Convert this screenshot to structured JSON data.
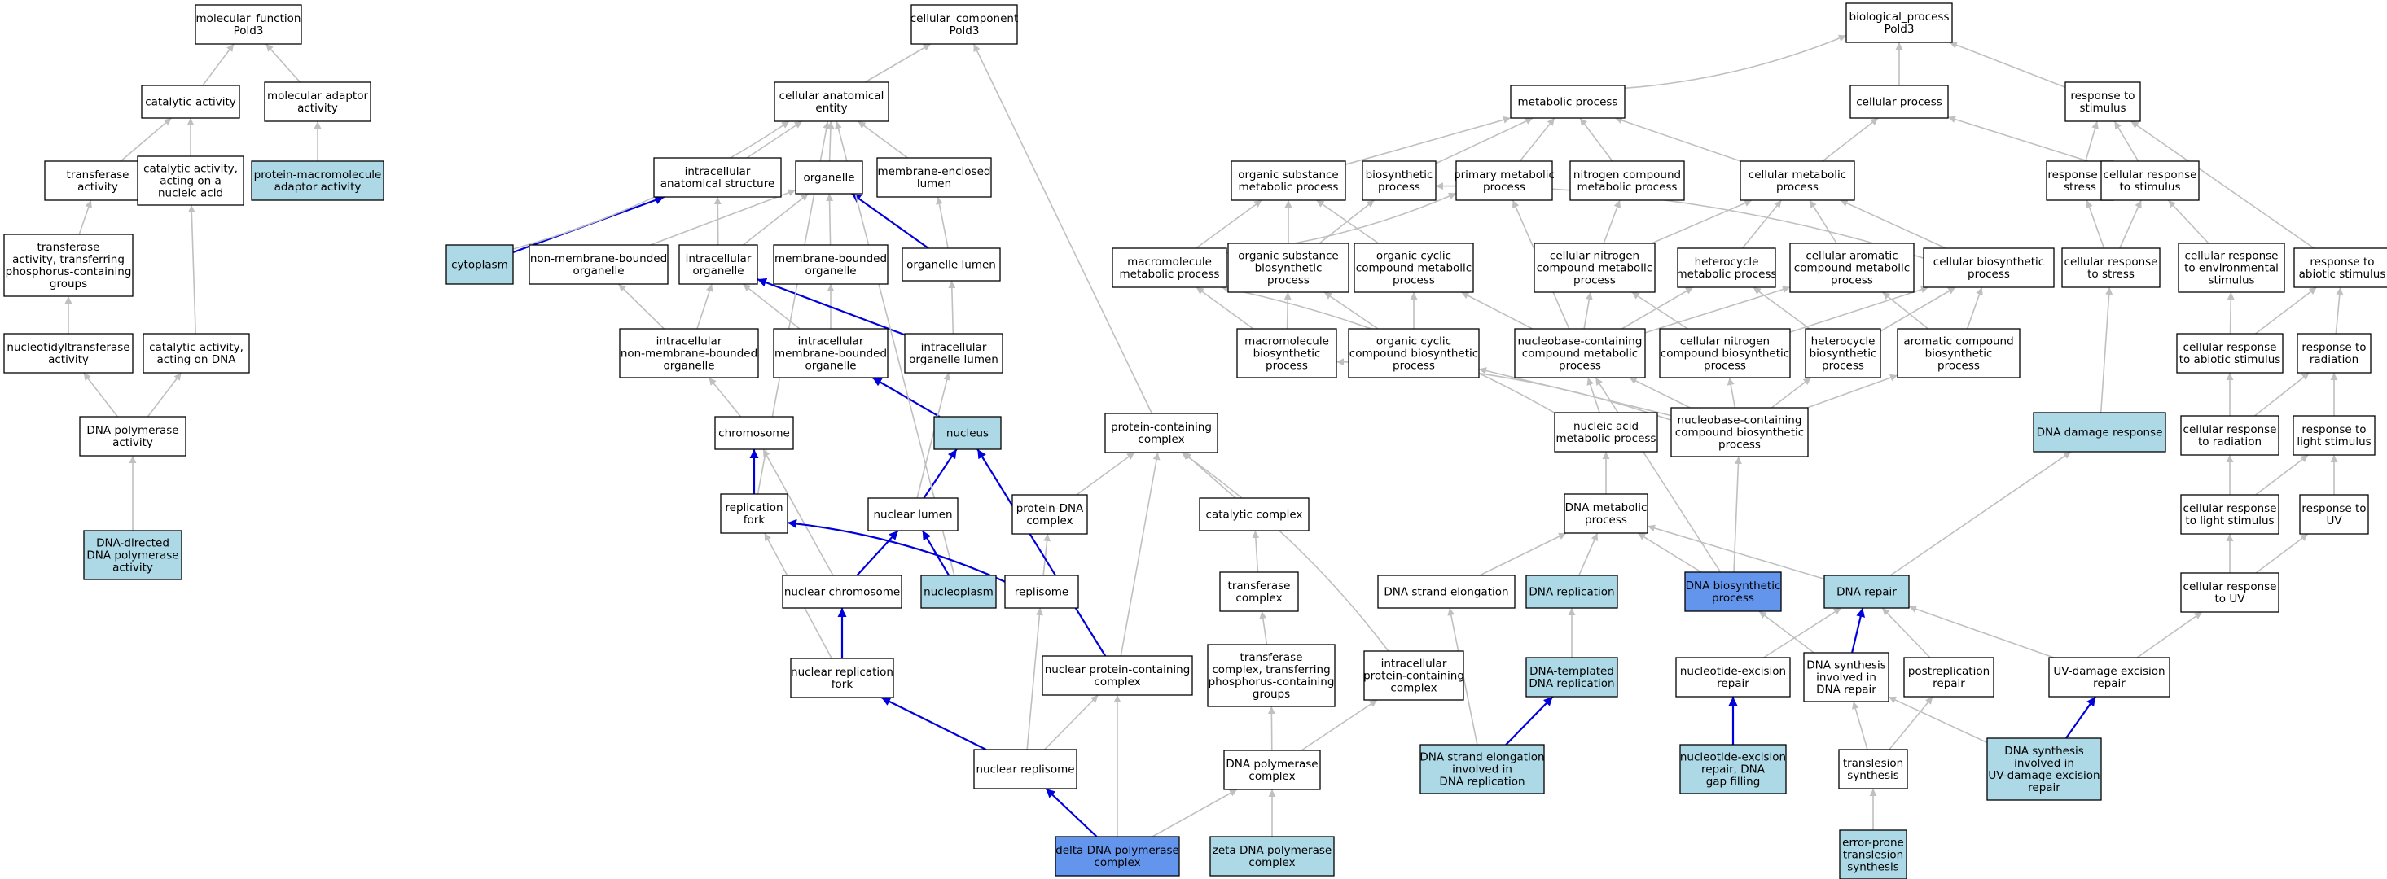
{
  "colors": {
    "plain": "#ffffff",
    "annotated": "#add8e6",
    "highlighted": "#6495ed",
    "edge": "#c0c0c0",
    "edge_direct": "#0000dd"
  },
  "nodes": [
    {
      "id": "mf",
      "lines": [
        "molecular_function",
        "Pold3"
      ],
      "fill": "plain"
    },
    {
      "id": "cat",
      "lines": [
        "catalytic activity"
      ],
      "fill": "plain"
    },
    {
      "id": "molad",
      "lines": [
        "molecular adaptor",
        "activity"
      ],
      "fill": "plain"
    },
    {
      "id": "trans",
      "lines": [
        "transferase",
        "activity"
      ],
      "fill": "plain"
    },
    {
      "id": "catna",
      "lines": [
        "catalytic activity,",
        "acting on a",
        "nucleic acid"
      ],
      "fill": "plain"
    },
    {
      "id": "pmaa",
      "lines": [
        "protein-macromolecule",
        "adaptor activity"
      ],
      "fill": "annotated"
    },
    {
      "id": "tpcg",
      "lines": [
        "transferase",
        "activity, transferring",
        "phosphorus-containing",
        "groups"
      ],
      "fill": "plain"
    },
    {
      "id": "ntt",
      "lines": [
        "nucleotidyltransferase",
        "activity"
      ],
      "fill": "plain"
    },
    {
      "id": "catdna",
      "lines": [
        "catalytic activity,",
        "acting on DNA"
      ],
      "fill": "plain"
    },
    {
      "id": "dnapol",
      "lines": [
        "DNA polymerase",
        "activity"
      ],
      "fill": "plain"
    },
    {
      "id": "dddpa",
      "lines": [
        "DNA-directed",
        "DNA polymerase",
        "activity"
      ],
      "fill": "annotated"
    },
    {
      "id": "cc",
      "lines": [
        "cellular_component",
        "Pold3"
      ],
      "fill": "plain"
    },
    {
      "id": "cae",
      "lines": [
        "cellular anatomical",
        "entity"
      ],
      "fill": "plain"
    },
    {
      "id": "ias",
      "lines": [
        "intracellular",
        "anatomical structure"
      ],
      "fill": "plain"
    },
    {
      "id": "org",
      "lines": [
        "organelle"
      ],
      "fill": "plain"
    },
    {
      "id": "meml",
      "lines": [
        "membrane-enclosed",
        "lumen"
      ],
      "fill": "plain"
    },
    {
      "id": "cyto",
      "lines": [
        "cytoplasm"
      ],
      "fill": "annotated"
    },
    {
      "id": "nmbo",
      "lines": [
        "non-membrane-bounded",
        "organelle"
      ],
      "fill": "plain"
    },
    {
      "id": "ico",
      "lines": [
        "intracellular",
        "organelle"
      ],
      "fill": "plain"
    },
    {
      "id": "mbo",
      "lines": [
        "membrane-bounded",
        "organelle"
      ],
      "fill": "plain"
    },
    {
      "id": "orgl",
      "lines": [
        "organelle lumen"
      ],
      "fill": "plain"
    },
    {
      "id": "inmbo",
      "lines": [
        "intracellular",
        "non-membrane-bounded",
        "organelle"
      ],
      "fill": "plain"
    },
    {
      "id": "imbo",
      "lines": [
        "intracellular",
        "membrane-bounded",
        "organelle"
      ],
      "fill": "plain"
    },
    {
      "id": "iol",
      "lines": [
        "intracellular",
        "organelle lumen"
      ],
      "fill": "plain"
    },
    {
      "id": "chr",
      "lines": [
        "chromosome"
      ],
      "fill": "plain"
    },
    {
      "id": "nuc",
      "lines": [
        "nucleus"
      ],
      "fill": "annotated"
    },
    {
      "id": "pcc",
      "lines": [
        "protein-containing",
        "complex"
      ],
      "fill": "plain"
    },
    {
      "id": "rf",
      "lines": [
        "replication",
        "fork"
      ],
      "fill": "plain"
    },
    {
      "id": "nl",
      "lines": [
        "nuclear lumen"
      ],
      "fill": "plain"
    },
    {
      "id": "pdc",
      "lines": [
        "protein-DNA",
        "complex"
      ],
      "fill": "plain"
    },
    {
      "id": "catc",
      "lines": [
        "catalytic complex"
      ],
      "fill": "plain"
    },
    {
      "id": "nchr",
      "lines": [
        "nuclear chromosome"
      ],
      "fill": "plain"
    },
    {
      "id": "nucp",
      "lines": [
        "nucleoplasm"
      ],
      "fill": "annotated"
    },
    {
      "id": "rep",
      "lines": [
        "replisome"
      ],
      "fill": "plain"
    },
    {
      "id": "trc",
      "lines": [
        "transferase",
        "complex"
      ],
      "fill": "plain"
    },
    {
      "id": "nrf",
      "lines": [
        "nuclear replication",
        "fork"
      ],
      "fill": "plain"
    },
    {
      "id": "npcc",
      "lines": [
        "nuclear protein-containing",
        "complex"
      ],
      "fill": "plain"
    },
    {
      "id": "tcpg",
      "lines": [
        "transferase",
        "complex, transferring",
        "phosphorus-containing",
        "groups"
      ],
      "fill": "plain"
    },
    {
      "id": "ipcc",
      "lines": [
        "intracellular",
        "protein-containing",
        "complex"
      ],
      "fill": "plain"
    },
    {
      "id": "nrep",
      "lines": [
        "nuclear replisome"
      ],
      "fill": "plain"
    },
    {
      "id": "dpc",
      "lines": [
        "DNA polymerase",
        "complex"
      ],
      "fill": "plain"
    },
    {
      "id": "delta",
      "lines": [
        "delta DNA polymerase",
        "complex"
      ],
      "fill": "highlighted"
    },
    {
      "id": "zeta",
      "lines": [
        "zeta DNA polymerase",
        "complex"
      ],
      "fill": "annotated"
    },
    {
      "id": "bp",
      "lines": [
        "biological_process",
        "Pold3"
      ],
      "fill": "plain"
    },
    {
      "id": "mp",
      "lines": [
        "metabolic process"
      ],
      "fill": "plain"
    },
    {
      "id": "cp",
      "lines": [
        "cellular process"
      ],
      "fill": "plain"
    },
    {
      "id": "rts",
      "lines": [
        "response to",
        "stimulus"
      ],
      "fill": "plain"
    },
    {
      "id": "osmp",
      "lines": [
        "organic substance",
        "metabolic process"
      ],
      "fill": "plain"
    },
    {
      "id": "biop",
      "lines": [
        "biosynthetic",
        "process"
      ],
      "fill": "plain"
    },
    {
      "id": "pmp",
      "lines": [
        "primary metabolic",
        "process"
      ],
      "fill": "plain"
    },
    {
      "id": "ncmp",
      "lines": [
        "nitrogen compound",
        "metabolic process"
      ],
      "fill": "plain"
    },
    {
      "id": "cmp",
      "lines": [
        "cellular metabolic",
        "process"
      ],
      "fill": "plain"
    },
    {
      "id": "rtst",
      "lines": [
        "response to",
        "stress"
      ],
      "fill": "plain"
    },
    {
      "id": "crts",
      "lines": [
        "cellular response",
        "to stimulus"
      ],
      "fill": "plain"
    },
    {
      "id": "mmp",
      "lines": [
        "macromolecule",
        "metabolic process"
      ],
      "fill": "plain"
    },
    {
      "id": "osbp",
      "lines": [
        "organic substance",
        "biosynthetic",
        "process"
      ],
      "fill": "plain"
    },
    {
      "id": "occmp",
      "lines": [
        "organic cyclic",
        "compound metabolic",
        "process"
      ],
      "fill": "plain"
    },
    {
      "id": "cncmp",
      "lines": [
        "cellular nitrogen",
        "compound metabolic",
        "process"
      ],
      "fill": "plain"
    },
    {
      "id": "hmp",
      "lines": [
        "heterocycle",
        "metabolic process"
      ],
      "fill": "plain"
    },
    {
      "id": "cacmp",
      "lines": [
        "cellular aromatic",
        "compound metabolic",
        "process"
      ],
      "fill": "plain"
    },
    {
      "id": "cbp",
      "lines": [
        "cellular biosynthetic",
        "process"
      ],
      "fill": "plain"
    },
    {
      "id": "crst",
      "lines": [
        "cellular response",
        "to stress"
      ],
      "fill": "plain"
    },
    {
      "id": "crtes",
      "lines": [
        "cellular response",
        "to environmental",
        "stimulus"
      ],
      "fill": "plain"
    },
    {
      "id": "rtas",
      "lines": [
        "response to",
        "abiotic stimulus"
      ],
      "fill": "plain"
    },
    {
      "id": "mbio",
      "lines": [
        "macromolecule",
        "biosynthetic",
        "process"
      ],
      "fill": "plain"
    },
    {
      "id": "occbp",
      "lines": [
        "organic cyclic",
        "compound biosynthetic",
        "process"
      ],
      "fill": "plain"
    },
    {
      "id": "nbcmp",
      "lines": [
        "nucleobase-containing",
        "compound metabolic",
        "process"
      ],
      "fill": "plain"
    },
    {
      "id": "cncbp",
      "lines": [
        "cellular nitrogen",
        "compound biosynthetic",
        "process"
      ],
      "fill": "plain"
    },
    {
      "id": "hbp",
      "lines": [
        "heterocycle",
        "biosynthetic",
        "process"
      ],
      "fill": "plain"
    },
    {
      "id": "acbp",
      "lines": [
        "aromatic compound",
        "biosynthetic",
        "process"
      ],
      "fill": "plain"
    },
    {
      "id": "crtas",
      "lines": [
        "cellular response",
        "to abiotic stimulus"
      ],
      "fill": "plain"
    },
    {
      "id": "rtr",
      "lines": [
        "response to",
        "radiation"
      ],
      "fill": "plain"
    },
    {
      "id": "namp",
      "lines": [
        "nucleic acid",
        "metabolic process"
      ],
      "fill": "plain"
    },
    {
      "id": "nbcbp",
      "lines": [
        "nucleobase-containing",
        "compound biosynthetic",
        "process"
      ],
      "fill": "plain"
    },
    {
      "id": "ddr",
      "lines": [
        "DNA damage response"
      ],
      "fill": "annotated"
    },
    {
      "id": "crtr",
      "lines": [
        "cellular response",
        "to radiation"
      ],
      "fill": "plain"
    },
    {
      "id": "rtls",
      "lines": [
        "response to",
        "light stimulus"
      ],
      "fill": "plain"
    },
    {
      "id": "dmp",
      "lines": [
        "DNA metabolic",
        "process"
      ],
      "fill": "plain"
    },
    {
      "id": "crtls",
      "lines": [
        "cellular response",
        "to light stimulus"
      ],
      "fill": "plain"
    },
    {
      "id": "rtuv",
      "lines": [
        "response to",
        "UV"
      ],
      "fill": "plain"
    },
    {
      "id": "dse",
      "lines": [
        "DNA strand elongation"
      ],
      "fill": "plain"
    },
    {
      "id": "drep",
      "lines": [
        "DNA replication"
      ],
      "fill": "annotated"
    },
    {
      "id": "dbp",
      "lines": [
        "DNA biosynthetic",
        "process"
      ],
      "fill": "highlighted"
    },
    {
      "id": "drp",
      "lines": [
        "DNA repair"
      ],
      "fill": "annotated"
    },
    {
      "id": "crtuv",
      "lines": [
        "cellular response",
        "to UV"
      ],
      "fill": "plain"
    },
    {
      "id": "dtdr",
      "lines": [
        "DNA-templated",
        "DNA replication"
      ],
      "fill": "annotated"
    },
    {
      "id": "ner",
      "lines": [
        "nucleotide-excision",
        "repair"
      ],
      "fill": "plain"
    },
    {
      "id": "dsidr",
      "lines": [
        "DNA synthesis",
        "involved in",
        "DNA repair"
      ],
      "fill": "plain"
    },
    {
      "id": "prr",
      "lines": [
        "postreplication",
        "repair"
      ],
      "fill": "plain"
    },
    {
      "id": "uvder",
      "lines": [
        "UV-damage excision",
        "repair"
      ],
      "fill": "plain"
    },
    {
      "id": "dseidr",
      "lines": [
        "DNA strand elongation",
        "involved in",
        "DNA replication"
      ],
      "fill": "annotated"
    },
    {
      "id": "nergf",
      "lines": [
        "nucleotide-excision",
        "repair, DNA",
        "gap filling"
      ],
      "fill": "annotated"
    },
    {
      "id": "tls",
      "lines": [
        "translesion",
        "synthesis"
      ],
      "fill": "plain"
    },
    {
      "id": "dsiuv",
      "lines": [
        "DNA synthesis",
        "involved in",
        "UV-damage excision",
        "repair"
      ],
      "fill": "annotated"
    },
    {
      "id": "eptls",
      "lines": [
        "error-prone",
        "translesion",
        "synthesis"
      ],
      "fill": "annotated"
    }
  ],
  "edges": [
    [
      "cat",
      "mf"
    ],
    [
      "molad",
      "mf"
    ],
    [
      "trans",
      "cat"
    ],
    [
      "catna",
      "cat"
    ],
    [
      "pmaa",
      "molad"
    ],
    [
      "tpcg",
      "trans"
    ],
    [
      "catdna",
      "catna"
    ],
    [
      "ntt",
      "tpcg"
    ],
    [
      "dnapol",
      "ntt"
    ],
    [
      "dnapol",
      "catdna"
    ],
    [
      "dddpa",
      "dnapol"
    ],
    [
      "cae",
      "cc"
    ],
    [
      "pcc",
      "cc"
    ],
    [
      "ias",
      "cae"
    ],
    [
      "org",
      "cae"
    ],
    [
      "meml",
      "cae"
    ],
    [
      "cyto",
      "ias"
    ],
    [
      "cyto",
      "cae"
    ],
    [
      "nmbo",
      "org"
    ],
    [
      "ico",
      "org"
    ],
    [
      "mbo",
      "org"
    ],
    [
      "orgl",
      "org"
    ],
    [
      "orgl",
      "meml"
    ],
    [
      "ico",
      "ias"
    ],
    [
      "inmbo",
      "nmbo"
    ],
    [
      "inmbo",
      "ico"
    ],
    [
      "imbo",
      "ico"
    ],
    [
      "imbo",
      "mbo"
    ],
    [
      "iol",
      "ico"
    ],
    [
      "iol",
      "orgl"
    ],
    [
      "chr",
      "inmbo"
    ],
    [
      "nuc",
      "imbo"
    ],
    [
      "rf",
      "chr"
    ],
    [
      "rf",
      "cae"
    ],
    [
      "nl",
      "iol"
    ],
    [
      "nl",
      "nuc"
    ],
    [
      "nchr",
      "chr"
    ],
    [
      "nchr",
      "nl"
    ],
    [
      "nucp",
      "nl"
    ],
    [
      "nucp",
      "cae"
    ],
    [
      "rep",
      "rf"
    ],
    [
      "rep",
      "pdc"
    ],
    [
      "pdc",
      "pcc"
    ],
    [
      "catc",
      "pcc"
    ],
    [
      "trc",
      "catc"
    ],
    [
      "tcpg",
      "trc"
    ],
    [
      "ipcc",
      "pcc"
    ],
    [
      "nrf",
      "rf"
    ],
    [
      "nrf",
      "nchr"
    ],
    [
      "npcc",
      "pcc"
    ],
    [
      "npcc",
      "nuc"
    ],
    [
      "nrep",
      "nrf"
    ],
    [
      "nrep",
      "rep"
    ],
    [
      "nrep",
      "npcc"
    ],
    [
      "dpc",
      "tcpg"
    ],
    [
      "dpc",
      "ipcc"
    ],
    [
      "delta",
      "nrep"
    ],
    [
      "delta",
      "dpc"
    ],
    [
      "delta",
      "npcc"
    ],
    [
      "zeta",
      "dpc"
    ],
    [
      "mp",
      "bp"
    ],
    [
      "cp",
      "bp"
    ],
    [
      "rts",
      "bp"
    ],
    [
      "osmp",
      "mp"
    ],
    [
      "biop",
      "mp"
    ],
    [
      "pmp",
      "mp"
    ],
    [
      "ncmp",
      "mp"
    ],
    [
      "cmp",
      "mp"
    ],
    [
      "cmp",
      "cp"
    ],
    [
      "rtst",
      "rts"
    ],
    [
      "crts",
      "rts"
    ],
    [
      "crts",
      "cp"
    ],
    [
      "mmp",
      "osmp"
    ],
    [
      "mmp",
      "pmp"
    ],
    [
      "osbp",
      "osmp"
    ],
    [
      "osbp",
      "biop"
    ],
    [
      "occmp",
      "osmp"
    ],
    [
      "cncmp",
      "cmp"
    ],
    [
      "cncmp",
      "ncmp"
    ],
    [
      "hmp",
      "cmp"
    ],
    [
      "cacmp",
      "cmp"
    ],
    [
      "cbp",
      "cmp"
    ],
    [
      "cbp",
      "biop"
    ],
    [
      "crst",
      "rtst"
    ],
    [
      "crst",
      "crts"
    ],
    [
      "crtes",
      "crts"
    ],
    [
      "rtas",
      "rts"
    ],
    [
      "mbio",
      "mmp"
    ],
    [
      "mbio",
      "osbp"
    ],
    [
      "occbp",
      "occmp"
    ],
    [
      "occbp",
      "osbp"
    ],
    [
      "nbcmp",
      "occmp"
    ],
    [
      "nbcmp",
      "cncmp"
    ],
    [
      "nbcmp",
      "hmp"
    ],
    [
      "nbcmp",
      "cacmp"
    ],
    [
      "nbcmp",
      "pmp"
    ],
    [
      "cncbp",
      "cncmp"
    ],
    [
      "cncbp",
      "cbp"
    ],
    [
      "hbp",
      "hmp"
    ],
    [
      "hbp",
      "cbp"
    ],
    [
      "acbp",
      "cacmp"
    ],
    [
      "acbp",
      "cbp"
    ],
    [
      "crtas",
      "crtes"
    ],
    [
      "crtas",
      "rtas"
    ],
    [
      "rtr",
      "rtas"
    ],
    [
      "namp",
      "nbcmp"
    ],
    [
      "namp",
      "mmp"
    ],
    [
      "nbcbp",
      "nbcmp"
    ],
    [
      "nbcbp",
      "cncbp"
    ],
    [
      "nbcbp",
      "hbp"
    ],
    [
      "nbcbp",
      "acbp"
    ],
    [
      "nbcbp",
      "occbp"
    ],
    [
      "nbcbp",
      "mbio"
    ],
    [
      "ddr",
      "crst"
    ],
    [
      "crtr",
      "crtas"
    ],
    [
      "crtr",
      "rtr"
    ],
    [
      "rtls",
      "rtr"
    ],
    [
      "dmp",
      "namp"
    ],
    [
      "crtls",
      "crtr"
    ],
    [
      "crtls",
      "rtls"
    ],
    [
      "rtuv",
      "rtls"
    ],
    [
      "dse",
      "dmp"
    ],
    [
      "drep",
      "dmp"
    ],
    [
      "dbp",
      "dmp"
    ],
    [
      "dbp",
      "nbcbp"
    ],
    [
      "dbp",
      "nbcmp"
    ],
    [
      "drp",
      "dmp"
    ],
    [
      "drp",
      "ddr"
    ],
    [
      "crtuv",
      "crtls"
    ],
    [
      "crtuv",
      "rtuv"
    ],
    [
      "dtdr",
      "drep"
    ],
    [
      "ner",
      "drp"
    ],
    [
      "dsidr",
      "drp"
    ],
    [
      "dsidr",
      "dbp"
    ],
    [
      "prr",
      "drp"
    ],
    [
      "uvder",
      "drp"
    ],
    [
      "uvder",
      "crtuv"
    ],
    [
      "dseidr",
      "dse"
    ],
    [
      "dseidr",
      "dtdr"
    ],
    [
      "nergf",
      "ner"
    ],
    [
      "tls",
      "dsidr"
    ],
    [
      "tls",
      "prr"
    ],
    [
      "dsiuv",
      "uvder"
    ],
    [
      "dsiuv",
      "dsidr"
    ],
    [
      "eptls",
      "tls"
    ]
  ],
  "direct_edges": [
    [
      "cyto",
      "ias"
    ],
    [
      "orgl",
      "org"
    ],
    [
      "iol",
      "ico"
    ],
    [
      "nuc",
      "imbo"
    ],
    [
      "rf",
      "chr"
    ],
    [
      "nl",
      "nuc"
    ],
    [
      "nchr",
      "nl"
    ],
    [
      "nucp",
      "nl"
    ],
    [
      "rep",
      "rf"
    ],
    [
      "nrf",
      "nchr"
    ],
    [
      "npcc",
      "nuc"
    ],
    [
      "nrep",
      "nrf"
    ],
    [
      "delta",
      "nrep"
    ],
    [
      "dseidr",
      "dtdr"
    ],
    [
      "nergf",
      "ner"
    ],
    [
      "dsidr",
      "drp"
    ],
    [
      "dsiuv",
      "uvder"
    ]
  ]
}
